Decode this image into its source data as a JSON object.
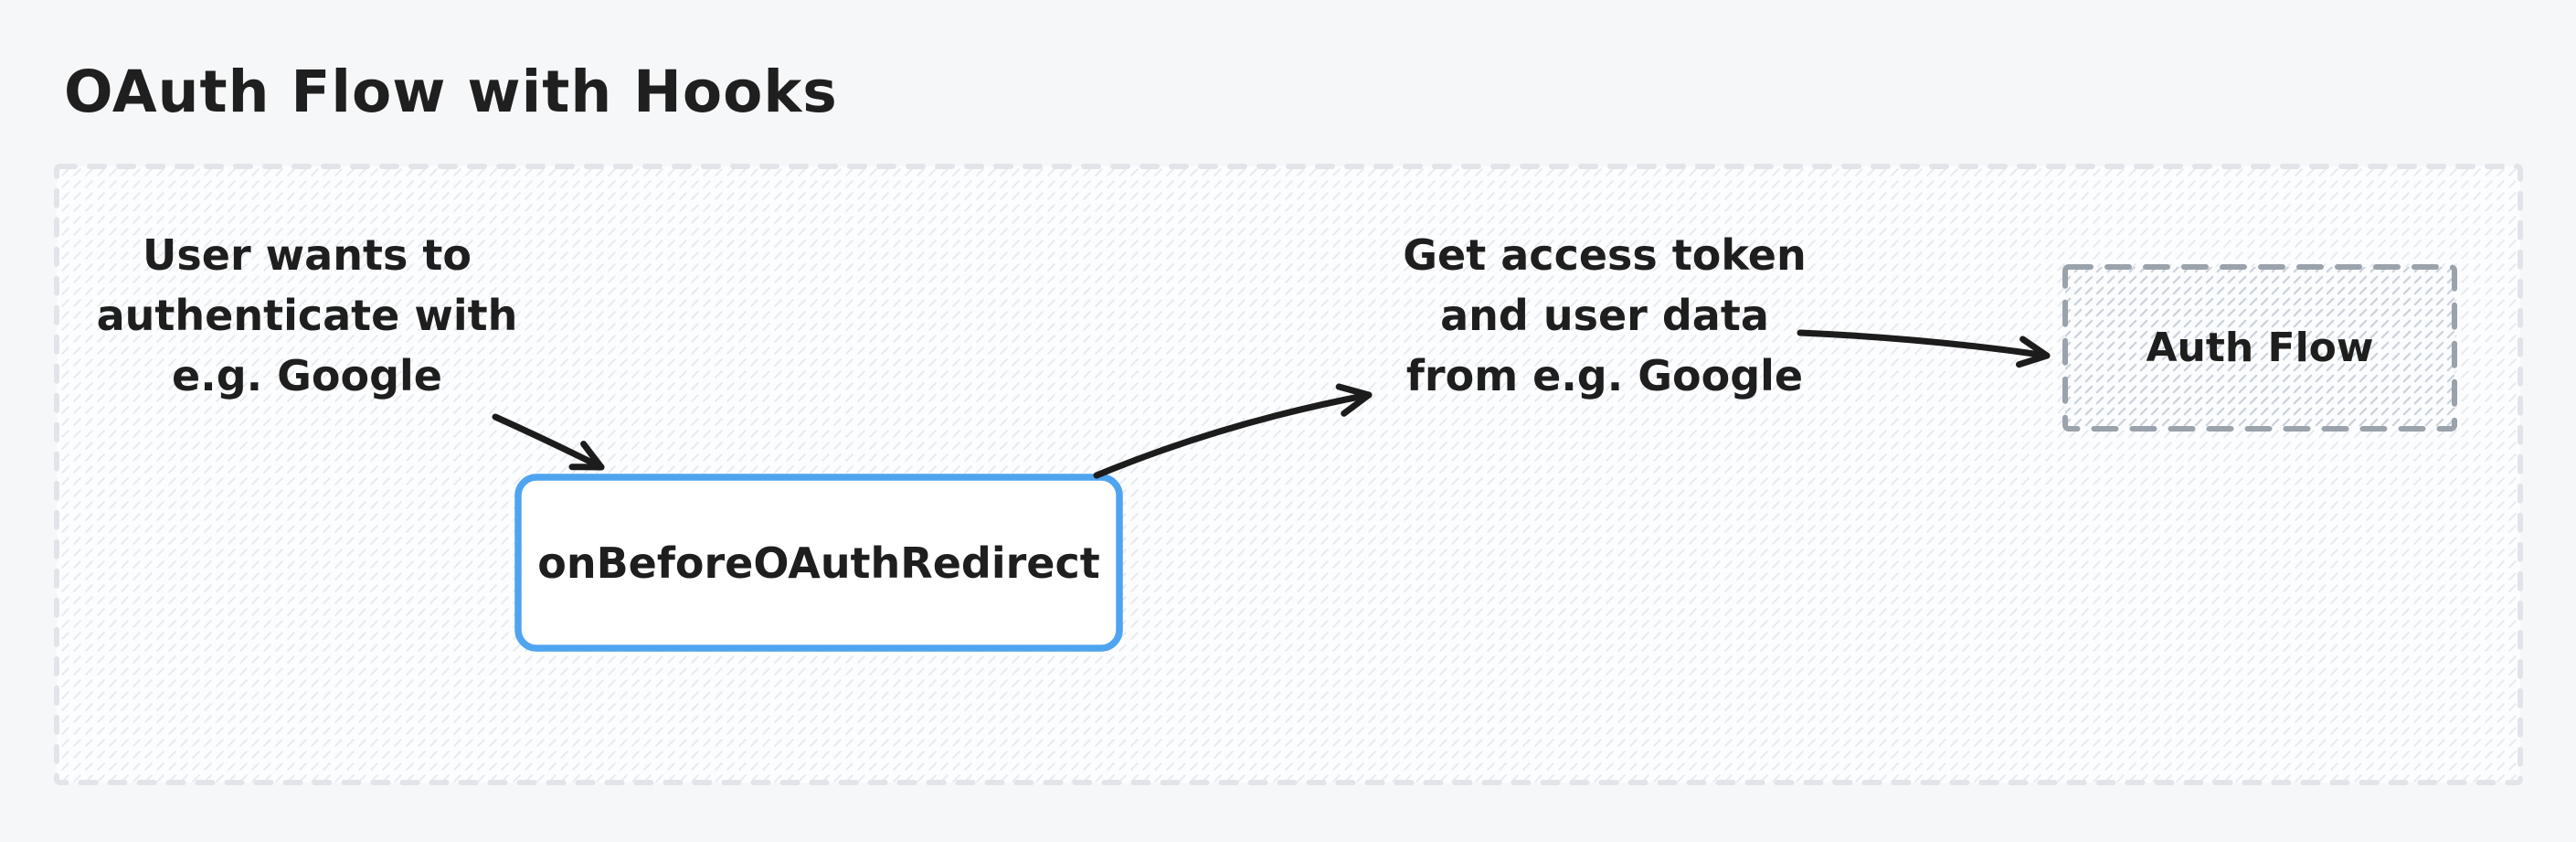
{
  "diagram": {
    "title": "OAuth Flow with Hooks",
    "labels": {
      "user_intent": "User wants to\nauthenticate with\ne.g. Google",
      "get_token": "Get access token\nand user data\nfrom e.g. Google",
      "hook_name": "onBeforeOAuthRedirect",
      "auth_flow": "Auth Flow"
    },
    "arrows": [
      {
        "name": "user-to-hook",
        "from": "user_intent",
        "to": "hook_name"
      },
      {
        "name": "hook-to-token",
        "from": "hook_name",
        "to": "get_token"
      },
      {
        "name": "token-to-authflow",
        "from": "get_token",
        "to": "auth_flow"
      }
    ],
    "colors": {
      "page_background": "#f6f7f9",
      "ink": "#1c1c1c",
      "hook_box_border": "#4fa4ef",
      "hook_box_fill": "#ffffff",
      "frame_dash": "#e1e4e9",
      "frame_hatch": "#e7eaee",
      "auth_box_dash": "#9aa2ac",
      "auth_box_hatch": "#ccd3dc"
    }
  }
}
